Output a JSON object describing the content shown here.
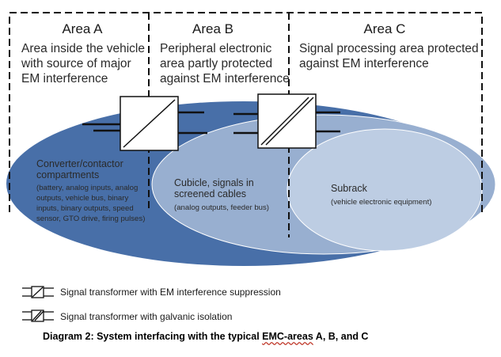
{
  "areas": {
    "a": {
      "title": "Area A",
      "lines": [
        "Area inside the vehicle",
        "with source of major",
        "EM interference"
      ]
    },
    "b": {
      "title": "Area B",
      "lines": [
        "Peripheral electronic",
        "area partly protected",
        "against EM interference"
      ]
    },
    "c": {
      "title": "Area C",
      "lines": [
        "Signal processing area protected",
        "against EM interference"
      ]
    }
  },
  "zones": {
    "converter": {
      "title_lines": [
        "Converter/contactor",
        "compartments"
      ],
      "detail_lines": [
        "(battery, analog inputs, analog",
        "outputs, vehicle bus, binary",
        "inputs, binary outputs, speed",
        "sensor, GTO drive, firing pulses)"
      ]
    },
    "cubicle": {
      "title_lines": [
        "Cubicle, signals in",
        "screened cables"
      ],
      "detail_lines": [
        "(analog outputs, feeder bus)"
      ]
    },
    "subrack": {
      "title_lines": [
        "Subrack"
      ],
      "detail_lines": [
        "(vehicle electronic equipment)"
      ]
    }
  },
  "legend": [
    {
      "icon": "interference-suppression-transformer-icon",
      "label": "Signal transformer with EM interference suppression"
    },
    {
      "icon": "galvanic-isolation-transformer-icon",
      "label": "Signal transformer with galvanic isolation"
    }
  ],
  "caption": {
    "before": "Diagram 2: System interfacing with the typical ",
    "underlined": "EMC-areas",
    "after": " A, B, and C"
  },
  "colors": {
    "ellipse_outer": "#486FA8",
    "ellipse_middle": "#98AFD0",
    "ellipse_inner": "#BDCDE3",
    "line": "#111111"
  }
}
